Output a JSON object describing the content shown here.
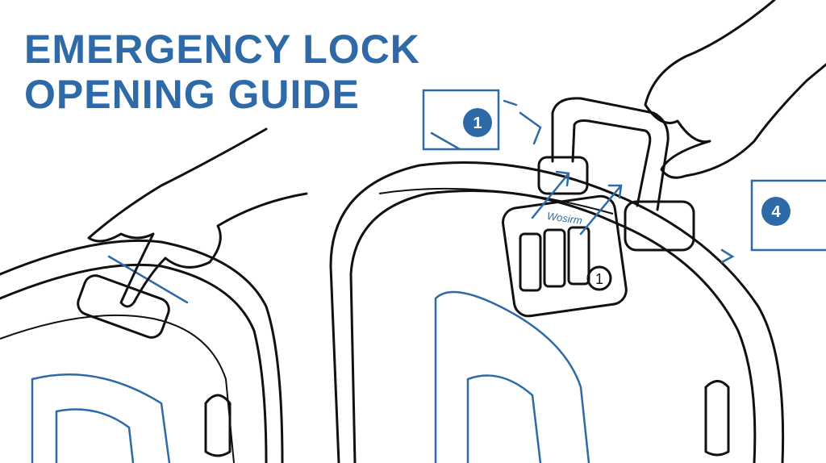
{
  "title": {
    "line1": "EMERGENCY LOCK",
    "line2": "OPENING GUIDE"
  },
  "callouts": [
    {
      "label": "1",
      "icon": "info-badge"
    },
    {
      "label": "4",
      "icon": "step-badge"
    }
  ],
  "lock": {
    "brand_text": "Wosirm",
    "keyhole_label": "1"
  },
  "colors": {
    "accent": "#2f6aa8",
    "line": "#111111"
  }
}
